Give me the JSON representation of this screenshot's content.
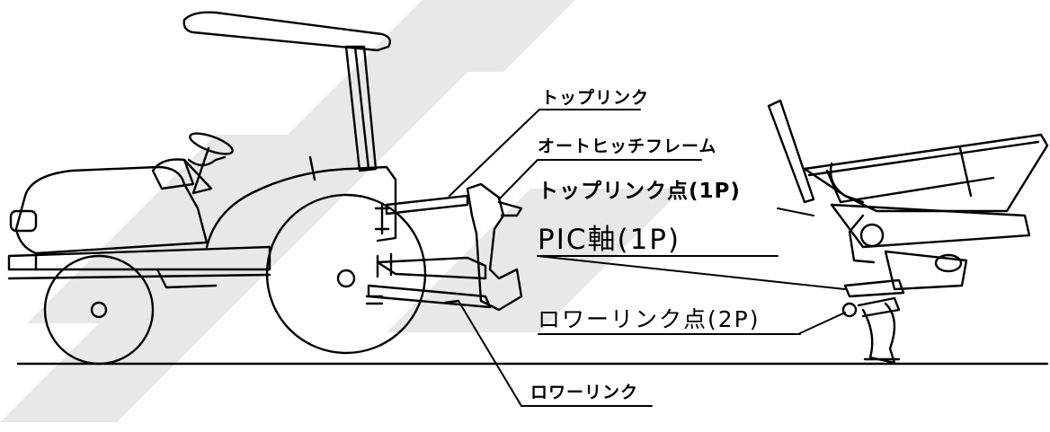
{
  "labels": {
    "top_link": "トップリンク",
    "auto_hitch_frame": "オートヒッチフレーム",
    "top_link_point": "トップリンク点(1P)",
    "pto_shaft": "PIC軸(1P)",
    "lower_link_point": "ロワーリンク点(2P)",
    "lower_link": "ロワーリンク"
  },
  "colors": {
    "line": "#000000",
    "watermark": "#e6e6e6",
    "background": "#ffffff"
  }
}
